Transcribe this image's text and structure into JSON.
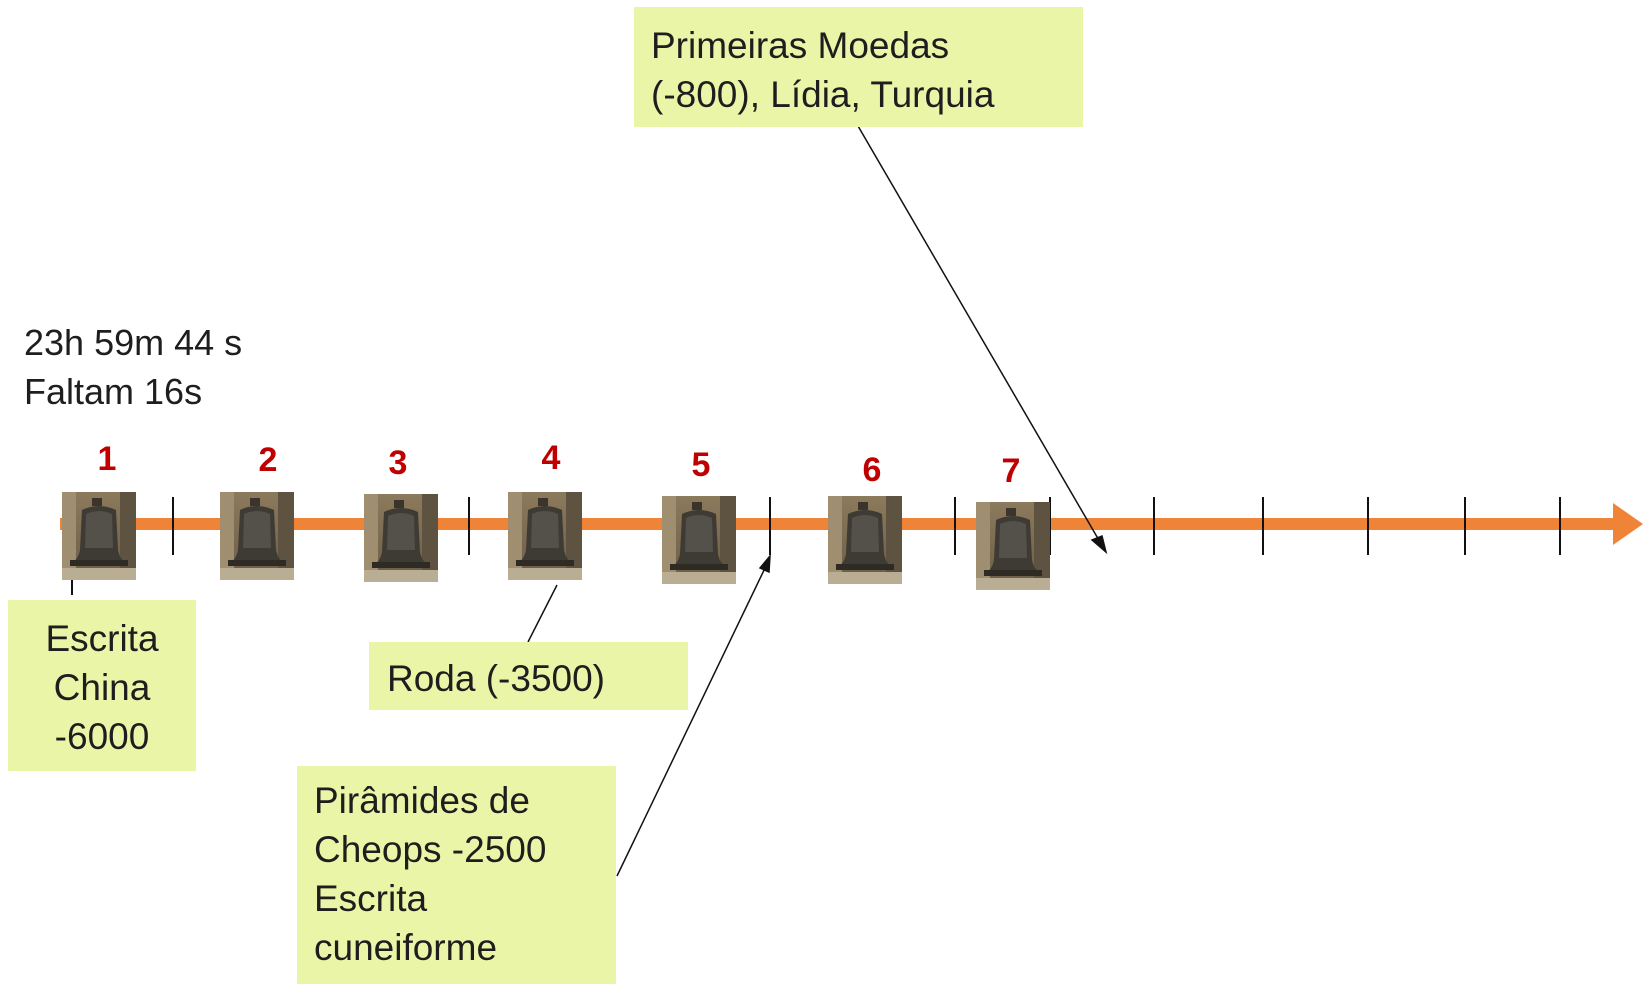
{
  "clock": {
    "time": "23h 59m 44 s",
    "remaining": "Faltam 16s"
  },
  "bells": [
    {
      "label": "1"
    },
    {
      "label": "2"
    },
    {
      "label": "3"
    },
    {
      "label": "4"
    },
    {
      "label": "5"
    },
    {
      "label": "6"
    },
    {
      "label": "7"
    }
  ],
  "notes": {
    "moedas": "Primeiras Moedas\n(-800), Lídia, Turquia",
    "escrita_china": "Escrita\nChina\n-6000",
    "roda": "Roda (-3500)",
    "piramides": "Pirâmides de\nCheops  -2500\nEscrita\ncuneiforme"
  },
  "colors": {
    "timeline": "#ef8438",
    "number": "#c00000",
    "note_bg": "#eaf5a8"
  },
  "icons": {
    "bell": "bell-icon"
  }
}
